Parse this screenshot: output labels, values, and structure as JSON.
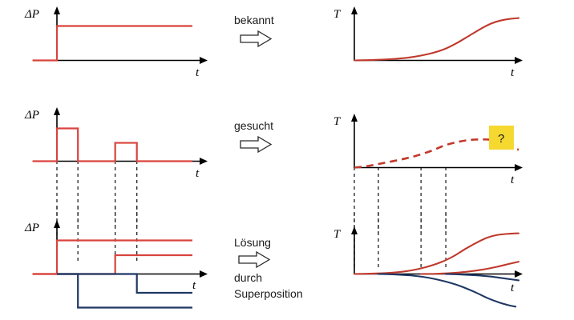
{
  "figure": {
    "title_present": false,
    "background": "#ffffff",
    "colors": {
      "red_step": "#d9433c",
      "red_curve": "#c0392b",
      "blue": "#1f3864",
      "axis": "#000000",
      "guide": "#222222",
      "highlight_box": "#f5d830"
    }
  },
  "middle_column": {
    "row1_label": "bekannt",
    "row2_label": "gesucht",
    "row3_label_line1": "Lösung",
    "row3_label_line2": "durch",
    "row3_label_line3": "Superposition",
    "arrow_glyph": "right-block-arrow"
  },
  "annotations": {
    "question_mark": "?"
  },
  "axes": {
    "y_label_power": "ΔP",
    "y_label_temperature": "T",
    "x_label": "t"
  },
  "chart_data": [
    {
      "id": "input-step",
      "type": "line",
      "title": "",
      "xlabel": "t",
      "ylabel": "ΔP",
      "row": 1,
      "column": "left",
      "description": "Single unit step in power at t0",
      "series": [
        {
          "name": "delta-P step",
          "color": "#d9433c",
          "style": "solid",
          "points": [
            [
              -0.18,
              0
            ],
            [
              0.0,
              0
            ],
            [
              0.0,
              1
            ],
            [
              1.0,
              1
            ]
          ]
        }
      ],
      "xlim": [
        -0.18,
        1.12
      ],
      "ylim": [
        0,
        1.35
      ],
      "grid": false,
      "legend": "none"
    },
    {
      "id": "response-step",
      "type": "line",
      "title": "",
      "xlabel": "t",
      "ylabel": "T",
      "row": 1,
      "column": "right",
      "description": "Sigmoid temperature response to a single step",
      "series": [
        {
          "name": "T response",
          "color": "#c0392b",
          "style": "solid",
          "points": [
            [
              0.0,
              0.0
            ],
            [
              0.12,
              0.01
            ],
            [
              0.24,
              0.03
            ],
            [
              0.36,
              0.07
            ],
            [
              0.48,
              0.15
            ],
            [
              0.58,
              0.26
            ],
            [
              0.66,
              0.4
            ],
            [
              0.74,
              0.57
            ],
            [
              0.82,
              0.74
            ],
            [
              0.88,
              0.85
            ],
            [
              0.94,
              0.92
            ],
            [
              1.0,
              0.96
            ],
            [
              1.06,
              0.98
            ]
          ]
        }
      ],
      "xlim": [
        0,
        1.12
      ],
      "ylim": [
        0,
        1.1
      ],
      "grid": false,
      "legend": "none"
    },
    {
      "id": "input-pulses",
      "type": "line",
      "title": "",
      "xlabel": "t",
      "ylabel": "ΔP",
      "row": 2,
      "column": "left",
      "description": "Two rectangular power pulses of different height and width",
      "series": [
        {
          "name": "delta-P pulses",
          "color": "#d9433c",
          "style": "solid",
          "points": [
            [
              -0.18,
              0
            ],
            [
              0.0,
              0
            ],
            [
              0.0,
              1.0
            ],
            [
              0.155,
              1.0
            ],
            [
              0.155,
              0
            ],
            [
              0.43,
              0
            ],
            [
              0.43,
              0.56
            ],
            [
              0.59,
              0.56
            ],
            [
              0.59,
              0
            ],
            [
              1.0,
              0
            ]
          ]
        }
      ],
      "pulses": [
        {
          "name": "pulse-1",
          "start": 0.0,
          "end": 0.155,
          "height": 1.0
        },
        {
          "name": "pulse-2",
          "start": 0.43,
          "end": 0.59,
          "height": 0.56
        }
      ],
      "guide_lines_x": [
        0.0,
        0.155,
        0.43,
        0.59
      ],
      "xlim": [
        -0.18,
        1.12
      ],
      "ylim": [
        0,
        1.35
      ],
      "grid": false,
      "legend": "none"
    },
    {
      "id": "response-unknown",
      "type": "line",
      "title": "",
      "xlabel": "t",
      "ylabel": "T",
      "row": 2,
      "column": "right",
      "description": "Unknown (dashed) temperature response that rises, peaks and decays",
      "annotation": "?",
      "series": [
        {
          "name": "T unknown",
          "color": "#c0392b",
          "style": "dashed",
          "points": [
            [
              0.0,
              0.0
            ],
            [
              0.09,
              0.04
            ],
            [
              0.19,
              0.11
            ],
            [
              0.3,
              0.19
            ],
            [
              0.4,
              0.28
            ],
            [
              0.5,
              0.4
            ],
            [
              0.58,
              0.52
            ],
            [
              0.66,
              0.6
            ],
            [
              0.74,
              0.65
            ],
            [
              0.82,
              0.665
            ],
            [
              0.9,
              0.65
            ],
            [
              0.96,
              0.58
            ],
            [
              1.02,
              0.48
            ],
            [
              1.06,
              0.42
            ]
          ]
        }
      ],
      "guide_lines_x": [
        0.0,
        0.155,
        0.43,
        0.59
      ],
      "xlim": [
        0,
        1.12
      ],
      "ylim": [
        0,
        1.1
      ],
      "grid": false,
      "legend": "none"
    },
    {
      "id": "input-superposition",
      "type": "line",
      "title": "",
      "xlabel": "t",
      "ylabel": "ΔP",
      "row": 3,
      "column": "left",
      "description": "Pulses decomposed into two positive (red) and two negative (blue) steps",
      "series": [
        {
          "name": "positive step 1",
          "color": "#d9433c",
          "style": "solid",
          "points": [
            [
              -0.18,
              0
            ],
            [
              0.0,
              0
            ],
            [
              0.0,
              1.0
            ],
            [
              1.0,
              1.0
            ]
          ]
        },
        {
          "name": "positive step 2",
          "color": "#d9433c",
          "style": "solid",
          "points": [
            [
              -0.18,
              0
            ],
            [
              0.43,
              0
            ],
            [
              0.43,
              0.56
            ],
            [
              1.0,
              0.56
            ]
          ]
        },
        {
          "name": "negative step 1",
          "color": "#1f3864",
          "style": "solid",
          "points": [
            [
              0.0,
              0
            ],
            [
              0.155,
              0
            ],
            [
              0.155,
              -1.0
            ],
            [
              1.0,
              -1.0
            ]
          ]
        },
        {
          "name": "negative step 2",
          "color": "#1f3864",
          "style": "solid",
          "points": [
            [
              0.0,
              0
            ],
            [
              0.59,
              0
            ],
            [
              0.59,
              -0.56
            ],
            [
              1.0,
              -0.56
            ]
          ]
        }
      ],
      "guide_lines_x": [
        0.0,
        0.155,
        0.43,
        0.59
      ],
      "xlim": [
        -0.18,
        1.12
      ],
      "ylim": [
        -1.35,
        1.35
      ],
      "grid": false,
      "legend": "none"
    },
    {
      "id": "response-superposition",
      "type": "line",
      "title": "",
      "xlabel": "t",
      "ylabel": "T",
      "row": 3,
      "column": "right",
      "description": "Four delayed sigmoid responses: two positive (red), two negative (blue), which sum to the unknown response",
      "series": [
        {
          "name": "response to positive step 1",
          "color": "#c0392b",
          "style": "solid",
          "points": [
            [
              0.0,
              0.0
            ],
            [
              0.12,
              0.01
            ],
            [
              0.24,
              0.03
            ],
            [
              0.36,
              0.08
            ],
            [
              0.46,
              0.16
            ],
            [
              0.56,
              0.28
            ],
            [
              0.64,
              0.42
            ],
            [
              0.72,
              0.6
            ],
            [
              0.8,
              0.76
            ],
            [
              0.86,
              0.86
            ],
            [
              0.92,
              0.92
            ],
            [
              1.0,
              0.95
            ],
            [
              1.06,
              0.96
            ]
          ]
        },
        {
          "name": "response to positive step 2",
          "color": "#c0392b",
          "style": "solid",
          "points": [
            [
              0.43,
              0.0
            ],
            [
              0.52,
              0.005
            ],
            [
              0.62,
              0.02
            ],
            [
              0.72,
              0.05
            ],
            [
              0.82,
              0.1
            ],
            [
              0.92,
              0.17
            ],
            [
              1.0,
              0.24
            ],
            [
              1.06,
              0.29
            ]
          ]
        },
        {
          "name": "response to negative step 1",
          "color": "#1f3864",
          "style": "solid",
          "points": [
            [
              0.155,
              0.0
            ],
            [
              0.26,
              -0.01
            ],
            [
              0.38,
              -0.04
            ],
            [
              0.48,
              -0.09
            ],
            [
              0.58,
              -0.17
            ],
            [
              0.68,
              -0.28
            ],
            [
              0.78,
              -0.43
            ],
            [
              0.86,
              -0.57
            ],
            [
              0.94,
              -0.68
            ],
            [
              1.0,
              -0.74
            ],
            [
              1.04,
              -0.77
            ]
          ]
        },
        {
          "name": "response to negative step 2",
          "color": "#1f3864",
          "style": "solid",
          "points": [
            [
              0.59,
              0.0
            ],
            [
              0.68,
              -0.01
            ],
            [
              0.78,
              -0.03
            ],
            [
              0.88,
              -0.06
            ],
            [
              0.96,
              -0.1
            ],
            [
              1.02,
              -0.13
            ],
            [
              1.06,
              -0.15
            ]
          ]
        }
      ],
      "guide_lines_x": [
        0.0,
        0.155,
        0.43,
        0.59
      ],
      "xlim": [
        0,
        1.12
      ],
      "ylim": [
        -1.1,
        1.1
      ],
      "grid": false,
      "legend": "none"
    }
  ]
}
